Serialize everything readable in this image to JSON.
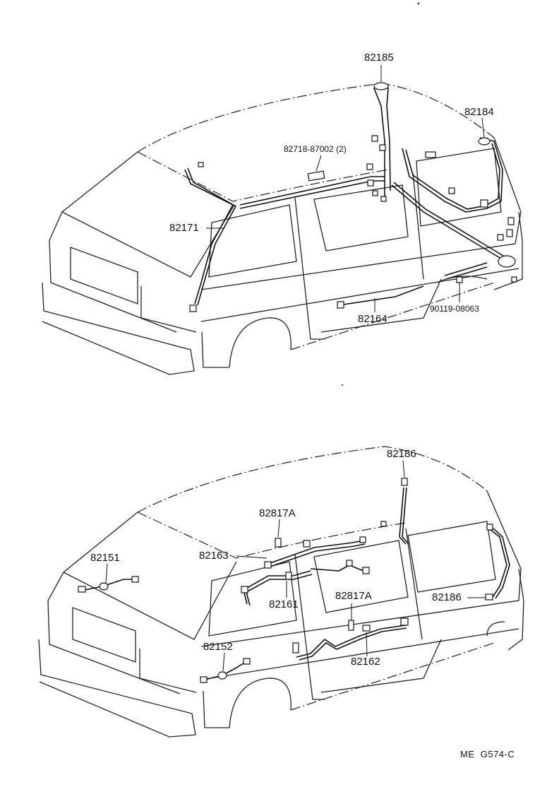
{
  "diagram": {
    "code": "ME  G574-C",
    "upper_view": {
      "labels": {
        "p82185": "82185",
        "p82184": "82184",
        "p82718": "82718-87002 (2)",
        "p82171": "82171",
        "p82164": "82164",
        "p90119": "90119-08063"
      }
    },
    "lower_view": {
      "labels": {
        "p82186_top": "82186",
        "p82817a_top": "82817A",
        "p82163": "82163",
        "p82151": "82151",
        "p82161": "82161",
        "p82817a_mid": "82817A",
        "p82186_right": "82186",
        "p82152": "82152",
        "p82162": "82162"
      }
    }
  }
}
